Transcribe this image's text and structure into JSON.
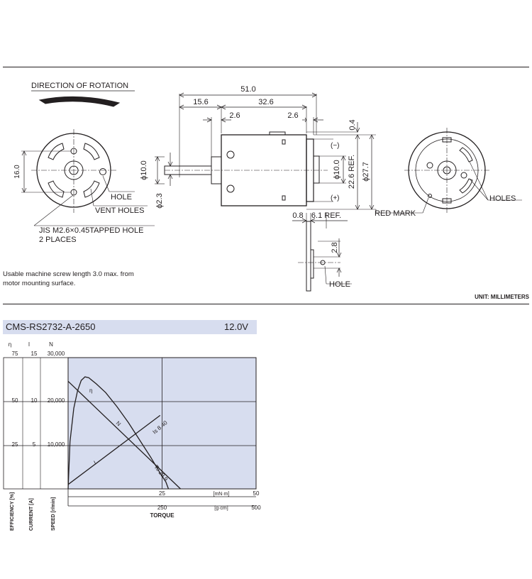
{
  "drawing": {
    "direction_label": "DIRECTION OF ROTATION",
    "dim_16": "16.0",
    "hole_label": "HOLE",
    "vent_label": "VENT HOLES",
    "tapped_line1": "JIS M2.6×0.45TAPPED HOLE",
    "tapped_line2": "2 PLACES",
    "dim_51": "51.0",
    "dim_15_6": "15.6",
    "dim_32_6": "32.6",
    "dim_2_6_a": "2.6",
    "dim_2_6_b": "2.6",
    "dim_0_4": "0.4",
    "dim_phi10_shaft": "ϕ10.0",
    "dim_phi2_3": "ϕ2.3",
    "dim_phi10_boss": "ϕ10.0",
    "dim_22_6": "22.6 REF.",
    "dim_phi27_7": "ϕ27.7",
    "minus_label": "(−)",
    "plus_label": "(+)",
    "dim_0_8": "0.8",
    "dim_6_1": "6.1 REF.",
    "dim_2_8": "2.8",
    "terminal_hole_label": "HOLE",
    "red_mark_label": "RED MARK",
    "holes_label": "HOLES",
    "screw_note_line1": "Usable machine screw length 3.0 max. from",
    "screw_note_line2": "motor mounting surface.",
    "unit_label": "UNIT: MILLIMETERS"
  },
  "performance": {
    "model": "CMS-RS2732-A-2650",
    "voltage": "12.0V"
  },
  "chart_data": {
    "type": "line",
    "columns": [
      {
        "symbol": "η",
        "label": "EFFICIENCY [%]",
        "ticks": [
          "75",
          "50",
          "25"
        ]
      },
      {
        "symbol": "I",
        "label": "CURRENT [A]",
        "ticks": [
          "15",
          "10",
          "5"
        ]
      },
      {
        "symbol": "N",
        "label": "SPEED [r/min]",
        "ticks": [
          "30,000",
          "20,000",
          "10,000"
        ]
      }
    ],
    "efficiency_max": 75,
    "current_max": 15,
    "speed_max": 30000,
    "x_mnm": {
      "ticks": [
        "25",
        "50"
      ],
      "unit": "[mN·m]",
      "max": 50
    },
    "x_gcm": {
      "ticks": [
        "250",
        "500"
      ],
      "unit": "[g·cm]",
      "max": 500
    },
    "xlabel": "TORQUE",
    "series": [
      {
        "name": "η",
        "points": [
          [
            0,
            0
          ],
          [
            0.5,
            27
          ],
          [
            1.5,
            46
          ],
          [
            2.5,
            56
          ],
          [
            3.5,
            62
          ],
          [
            4.5,
            64
          ],
          [
            5.5,
            63.5
          ],
          [
            7.5,
            60
          ],
          [
            10,
            55
          ],
          [
            13,
            47
          ],
          [
            16,
            38
          ],
          [
            19,
            28
          ],
          [
            22,
            18
          ],
          [
            24.5,
            9
          ],
          [
            26,
            4
          ],
          [
            26.7,
            0
          ]
        ]
      },
      {
        "name": "N",
        "points": [
          [
            0,
            24600
          ],
          [
            29.9,
            0
          ]
        ]
      },
      {
        "name": "I",
        "points": [
          [
            0,
            0.5
          ],
          [
            24.5,
            8.4
          ]
        ]
      }
    ],
    "annotations": {
      "is_label": "Is 8.40",
      "ts_label": "Ts 29.9"
    }
  }
}
